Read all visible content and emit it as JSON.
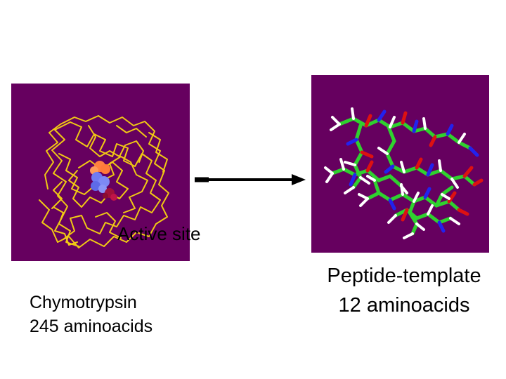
{
  "colors": {
    "panel_background": "#66005f",
    "backbone": "#f0c814",
    "carbon": "#2fd12f",
    "nitrogen": "#2222ee",
    "oxygen": "#dd1111",
    "hydrogen": "#ffffff",
    "active_site_blue": "#6f7cf2",
    "active_site_orange": "#ff8040",
    "active_site_red": "#a0103a"
  },
  "icons": {
    "protein": "chymotrypsin-backbone-trace",
    "peptide": "peptide-stick-model",
    "arrow": "right-arrow"
  },
  "labels": {
    "active_site_word1": "Active",
    "active_site_word2": "site",
    "chymo_line1": "Chymotrypsin",
    "chymo_line2": "245 aminoacids",
    "pep_line1": "Peptide-template",
    "pep_line2": "12 aminoacids"
  }
}
